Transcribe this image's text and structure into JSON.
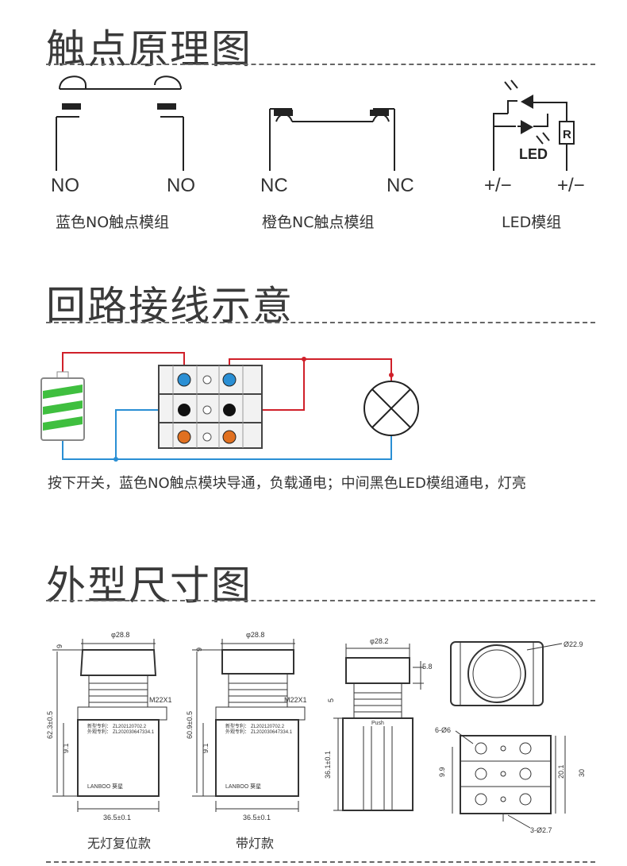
{
  "sections": {
    "contact": {
      "title": "触点原理图",
      "no_left": "NO",
      "no_right": "NO",
      "nc_left": "NC",
      "nc_right": "NC",
      "led_left": "+/−",
      "led_right": "+/−",
      "led_text": "LED",
      "resistor_text": "R",
      "cap_no": "蓝色NO触点模组",
      "cap_nc": "橙色NC触点模组",
      "cap_led": "LED模组"
    },
    "wiring": {
      "title": "回路接线示意",
      "note": "按下开关，蓝色NO触点模块导通，负载通电；中间黑色LED模组通电，灯亮"
    },
    "dims": {
      "title": "外型尺寸图",
      "v1": {
        "dia": "φ28.8",
        "top": "9",
        "thread": "M22X1",
        "height": "62.3±0.5",
        "mid": "9.1",
        "width": "36.5±0.1",
        "label1": "新型专利：",
        "val1": "ZL202120702.2",
        "label2": "外观专利：",
        "val2": "ZL202030647334.1",
        "brand": "LANBOO 葵星",
        "caption": "无灯复位款"
      },
      "v2": {
        "dia": "φ28.8",
        "top": "9",
        "thread": "M22X1",
        "height": "60.9±0.5",
        "mid": "9.1",
        "width": "36.5±0.1",
        "label1": "新型专利：",
        "val1": "ZL202120702.2",
        "label2": "外观专利：",
        "val2": "ZL202030647334.1",
        "brand": "LANBOO 葵星",
        "caption": "带灯款"
      },
      "v3": {
        "dia": "φ28.2",
        "side": "5.8",
        "top": "5",
        "push": "Push",
        "height": "36.1±0.1"
      },
      "v4": {
        "dia": "Ø22.9"
      },
      "v5": {
        "holes": "6-Ø6",
        "pitch": "9.9",
        "h1": "20.1",
        "h2": "30",
        "bottom": "3-Ø2.7"
      }
    }
  },
  "colors": {
    "red": "#d0202a",
    "blue": "#2a8fd4",
    "green": "#3fbf3f",
    "orange": "#e07020",
    "text": "#333333"
  }
}
